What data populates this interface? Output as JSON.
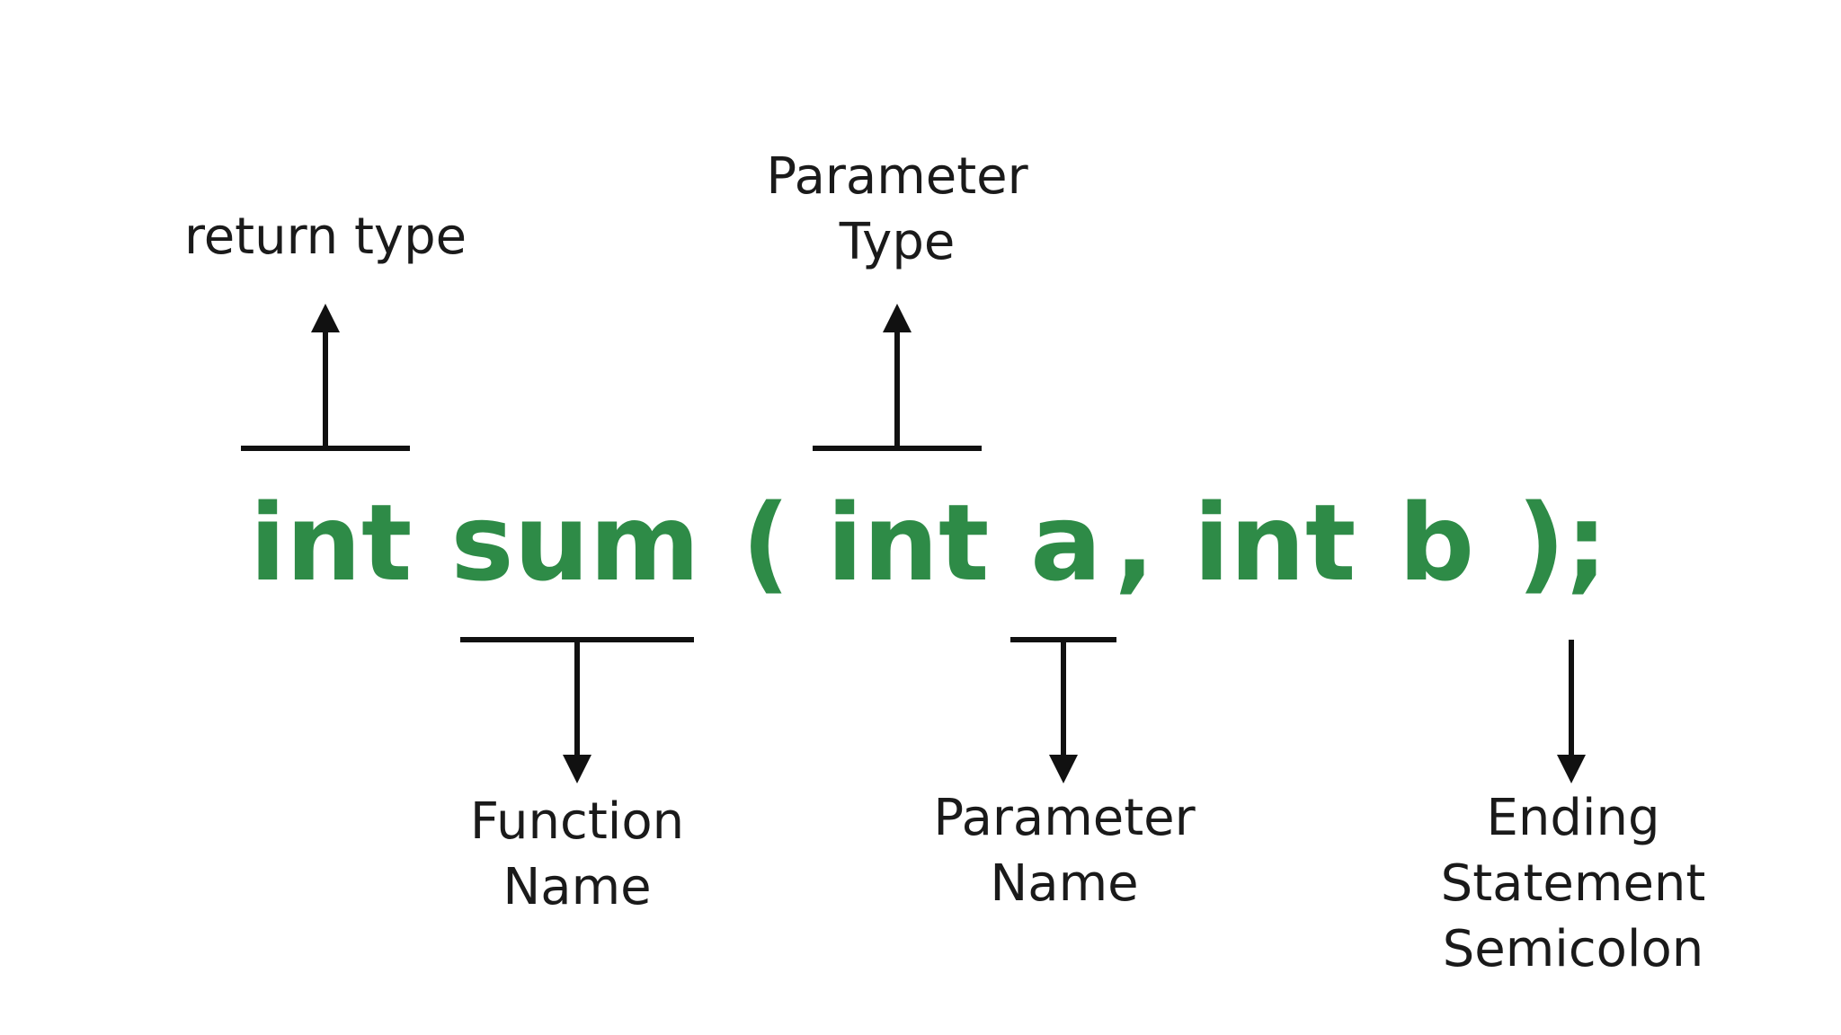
{
  "colors": {
    "code": "#2e8b47",
    "annotation": "#1a1a1a",
    "connector": "#111111",
    "background": "#ffffff"
  },
  "code": {
    "tokens": {
      "return_type": "int",
      "function_name": "sum",
      "open_paren": "(",
      "param1_type": "int",
      "param1_name": "a",
      "comma": ",",
      "param2_type": "int",
      "param2_name": "b",
      "close_paren_semicolon": ");"
    }
  },
  "annotations": {
    "return_type": {
      "line1": "return type"
    },
    "parameter_type": {
      "line1": "Parameter",
      "line2": "Type"
    },
    "function_name": {
      "line1": "Function",
      "line2": "Name"
    },
    "parameter_name": {
      "line1": "Parameter",
      "line2": "Name"
    },
    "ending": {
      "line1": "Ending",
      "line2": "Statement",
      "line3": "Semicolon"
    }
  }
}
